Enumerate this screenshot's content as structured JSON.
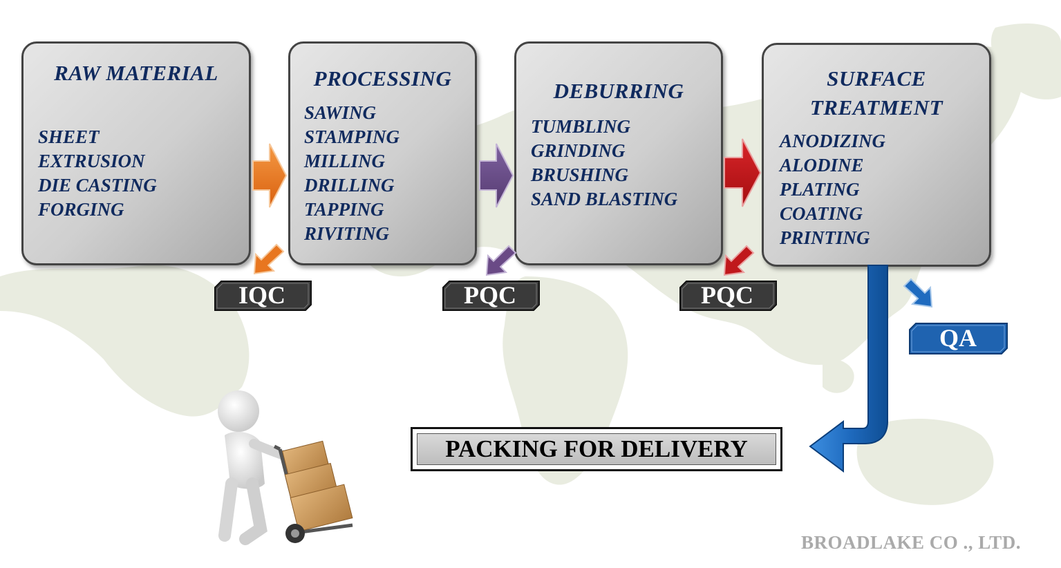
{
  "steps": [
    {
      "title_lines": [
        "RAW  MATERIAL"
      ],
      "items": [
        "SHEET",
        "EXTRUSION",
        "DIE  CASTING",
        "FORGING"
      ]
    },
    {
      "title_lines": [
        "PROCESSING"
      ],
      "items": [
        "SAWING",
        "STAMPING",
        "MILLING",
        "DRILLING",
        "TAPPING",
        "RIVITING"
      ]
    },
    {
      "title_lines": [
        "DEBURRING"
      ],
      "items": [
        "TUMBLING",
        "GRINDING",
        "BRUSHING",
        "SAND BLASTING"
      ]
    },
    {
      "title_lines": [
        "SURFACE",
        "TREATMENT"
      ],
      "items": [
        "ANODIZING",
        "ALODINE",
        "PLATING",
        "COATING",
        "PRINTING"
      ]
    }
  ],
  "checks": [
    {
      "label": "IQC",
      "color": "#3a3a3a"
    },
    {
      "label": "PQC",
      "color": "#3a3a3a"
    },
    {
      "label": "PQC",
      "color": "#3a3a3a"
    },
    {
      "label": "QA",
      "color": "#1f63b0"
    }
  ],
  "arrow_colors": {
    "orange": "#e8761f",
    "purple": "#6a4a86",
    "red": "#c0181b",
    "blue": "#1f6bbf"
  },
  "packing": {
    "label": "PACKING FOR DELIVERY"
  },
  "company": {
    "name": "BROADLAKE CO ., LTD."
  },
  "illustration": {
    "icon": "person-with-hand-truck-and-boxes-icon"
  }
}
